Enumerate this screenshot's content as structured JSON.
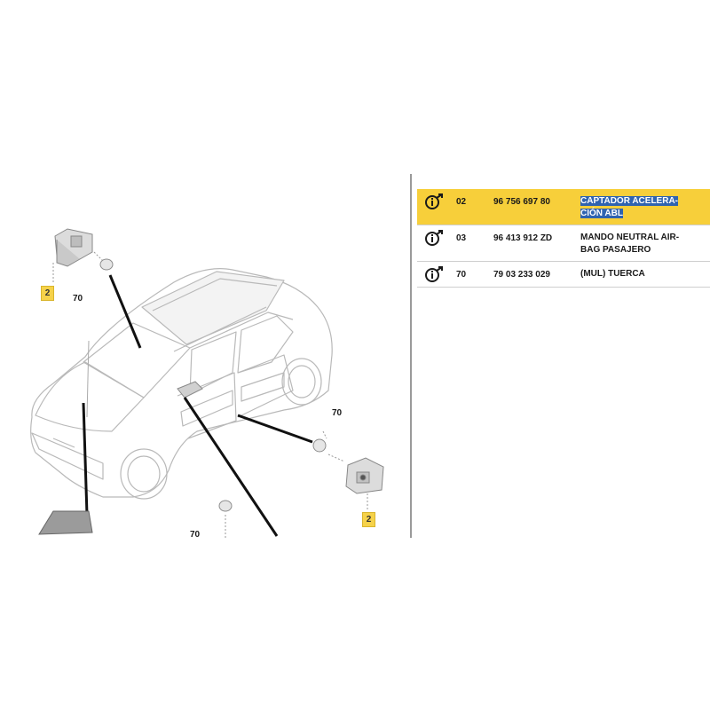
{
  "diagram": {
    "callouts": [
      {
        "id": "top-left-ref",
        "text": "2",
        "boxed": true
      },
      {
        "id": "top-left-nut",
        "text": "70",
        "boxed": false
      },
      {
        "id": "right-nut",
        "text": "70",
        "boxed": false
      },
      {
        "id": "right-ref",
        "text": "2",
        "boxed": true
      },
      {
        "id": "bottom-nut",
        "text": "70",
        "boxed": false
      }
    ]
  },
  "parts_table": {
    "rows": [
      {
        "ref": "02",
        "part_number": "96 756 697 80",
        "description_lines": [
          "CAPTADOR ACELERA-",
          "CIÓN ABL"
        ],
        "selected": true,
        "icon": "info-arrow-icon"
      },
      {
        "ref": "03",
        "part_number": "96 413 912 ZD",
        "description_lines": [
          "MANDO NEUTRAL AIR-",
          "BAG PASAJERO"
        ],
        "selected": false,
        "icon": "info-arrow-icon"
      },
      {
        "ref": "70",
        "part_number": "79 03 233 029",
        "description_lines": [
          "(MUL) TUERCA"
        ],
        "selected": false,
        "icon": "info-arrow-icon"
      }
    ]
  },
  "colors": {
    "selected_row": "#f7cf3a",
    "text_highlight": "#2f63b0",
    "callout_box": "#f6d24a"
  }
}
